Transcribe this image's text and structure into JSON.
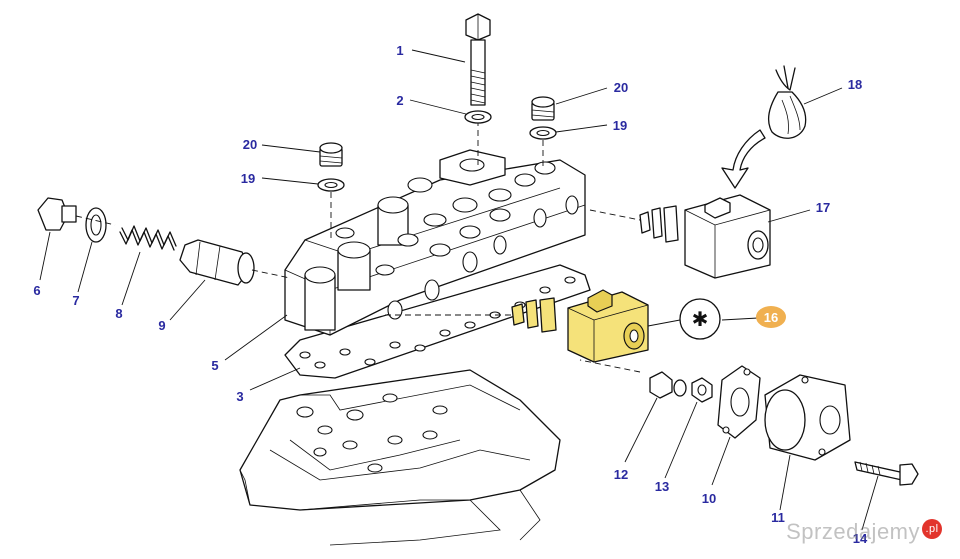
{
  "callouts": [
    {
      "id": "1",
      "label": "1"
    },
    {
      "id": "2",
      "label": "2"
    },
    {
      "id": "3",
      "label": "3"
    },
    {
      "id": "5",
      "label": "5"
    },
    {
      "id": "6",
      "label": "6"
    },
    {
      "id": "7",
      "label": "7"
    },
    {
      "id": "8",
      "label": "8"
    },
    {
      "id": "9",
      "label": "9"
    },
    {
      "id": "10",
      "label": "10"
    },
    {
      "id": "11",
      "label": "11"
    },
    {
      "id": "12",
      "label": "12"
    },
    {
      "id": "13",
      "label": "13"
    },
    {
      "id": "14",
      "label": "14"
    },
    {
      "id": "16",
      "label": "16",
      "highlighted": true
    },
    {
      "id": "17",
      "label": "17"
    },
    {
      "id": "18",
      "label": "18"
    },
    {
      "id": "19a",
      "label": "19"
    },
    {
      "id": "19b",
      "label": "19"
    },
    {
      "id": "20a",
      "label": "20"
    },
    {
      "id": "20b",
      "label": "20"
    }
  ],
  "colors": {
    "callout_text": "#2a2aa0",
    "callout_highlight_bg": "#f0b050",
    "highlighted_part": "#f5e27a",
    "line": "#111111"
  },
  "watermark": {
    "text": "Sprzedajemy",
    "badge": ".pl"
  }
}
